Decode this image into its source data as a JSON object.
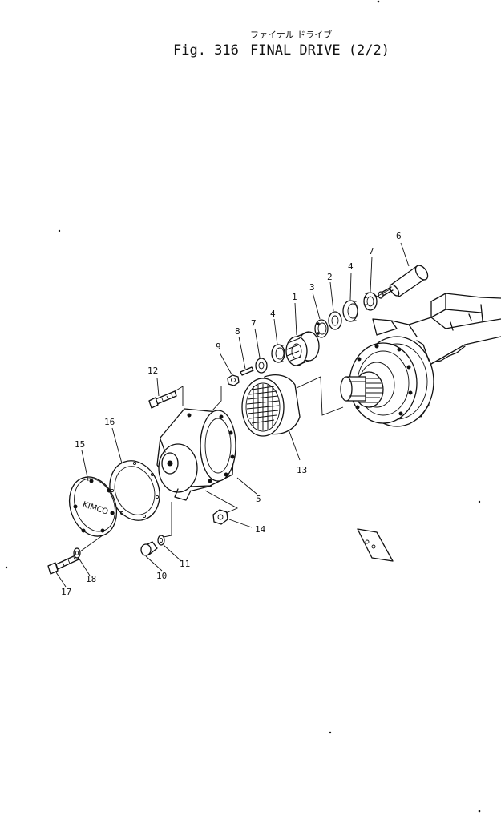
{
  "header": {
    "subtitle_jp": "ファイナル ドライブ",
    "fig_label": "Fig. 316",
    "title": "FINAL DRIVE (2/2)"
  },
  "callouts": [
    {
      "id": "cl-6",
      "text": "6"
    },
    {
      "id": "cl-7a",
      "text": "7"
    },
    {
      "id": "cl-4a",
      "text": "4"
    },
    {
      "id": "cl-2",
      "text": "2"
    },
    {
      "id": "cl-3",
      "text": "3"
    },
    {
      "id": "cl-1",
      "text": "1"
    },
    {
      "id": "cl-4b",
      "text": "4"
    },
    {
      "id": "cl-7b",
      "text": "7"
    },
    {
      "id": "cl-8",
      "text": "8"
    },
    {
      "id": "cl-9",
      "text": "9"
    },
    {
      "id": "cl-12",
      "text": "12"
    },
    {
      "id": "cl-16",
      "text": "16"
    },
    {
      "id": "cl-15",
      "text": "15"
    },
    {
      "id": "cl-13",
      "text": "13"
    },
    {
      "id": "cl-5",
      "text": "5"
    },
    {
      "id": "cl-14",
      "text": "14"
    },
    {
      "id": "cl-11",
      "text": "11"
    },
    {
      "id": "cl-10",
      "text": "10"
    },
    {
      "id": "cl-18",
      "text": "18"
    },
    {
      "id": "cl-17",
      "text": "17"
    }
  ],
  "cover_logo": "KIMCO",
  "colors": {
    "ink": "#111111",
    "paper": "#ffffff"
  }
}
